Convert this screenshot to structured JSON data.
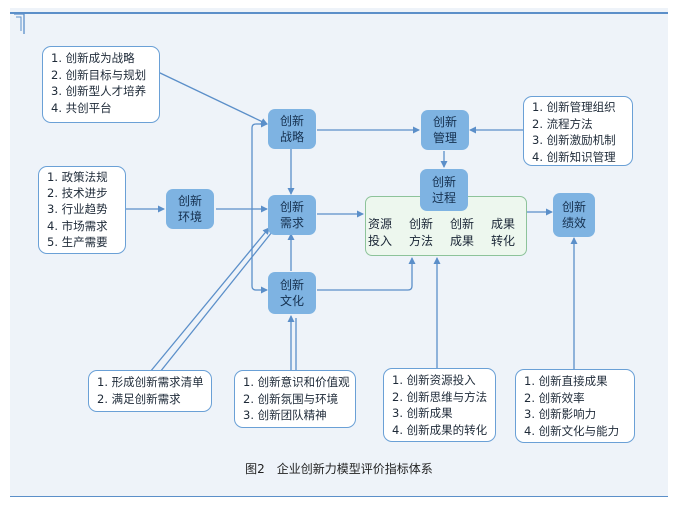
{
  "nodes": {
    "strategy": "创新\n战略",
    "environment": "创新\n环境",
    "demand": "创新\n需求",
    "culture": "创新\n文化",
    "management": "创新\n管理",
    "process": "创新\n过程",
    "performance": "创新\n绩效"
  },
  "process_steps": [
    "资源\n投入",
    "创新\n方法",
    "创新\n成果",
    "成果\n转化"
  ],
  "notes": {
    "strategy": [
      "1. 创新成为战略",
      "2. 创新目标与规划",
      "3. 创新型人才培养",
      "4. 共创平台"
    ],
    "environment": [
      "1. 政策法规",
      "2. 技术进步",
      "3. 行业趋势",
      "4. 市场需求",
      "5. 生产需要"
    ],
    "management": [
      "1. 创新管理组织",
      "2. 流程方法",
      "3. 创新激励机制",
      "4. 创新知识管理"
    ],
    "demand": [
      "1. 形成创新需求清单",
      "2. 满足创新需求"
    ],
    "culture": [
      "1. 创新意识和价值观",
      "2. 创新氛围与环境",
      "3. 创新团队精神"
    ],
    "process": [
      "1. 创新资源投入",
      "2. 创新思维与方法",
      "3. 创新成果",
      "4. 创新成果的转化"
    ],
    "performance": [
      "1. 创新直接成果",
      "2. 创新效率",
      "3. 创新影响力",
      "4. 创新文化与能力"
    ]
  },
  "caption": "图2　企业创新力模型评价指标体系",
  "colors": {
    "node_fill": "#7eb3e2",
    "arrow": "#5b8fc9",
    "note_border": "#6aa0d6",
    "process_fill": "#edf7ee",
    "process_border": "#8dc39a",
    "background": "#eef3f9"
  }
}
